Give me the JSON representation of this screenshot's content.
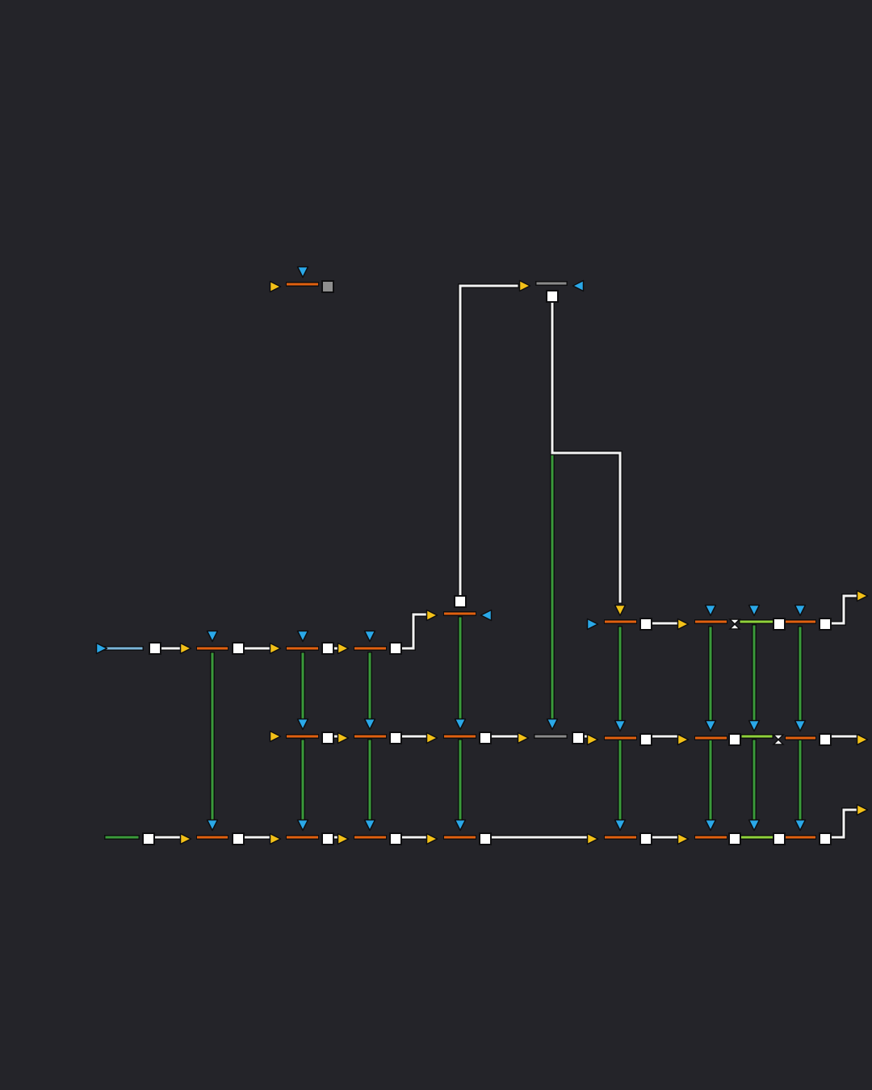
{
  "theme": {
    "background": "#242429",
    "wire_white": "#f2f2f2",
    "wire_green": "#3a9a3a",
    "wire_lightgreen": "#8fd13a",
    "wire_blue": "#7ab4d8",
    "wire_gray": "#8a8a8a",
    "node_orange": "#e0600f",
    "port_yellow": "#f2c018",
    "port_blue": "#2aa8e8",
    "outline": "#0e0e10",
    "node_white": "#ffffff",
    "node_gray": "#8e8e8e"
  },
  "diagram": {
    "kind": "node-graph",
    "rows": 3,
    "junction_columns": 9,
    "vertical_links": 9,
    "feedback_loops": 2,
    "outputs": 3
  }
}
